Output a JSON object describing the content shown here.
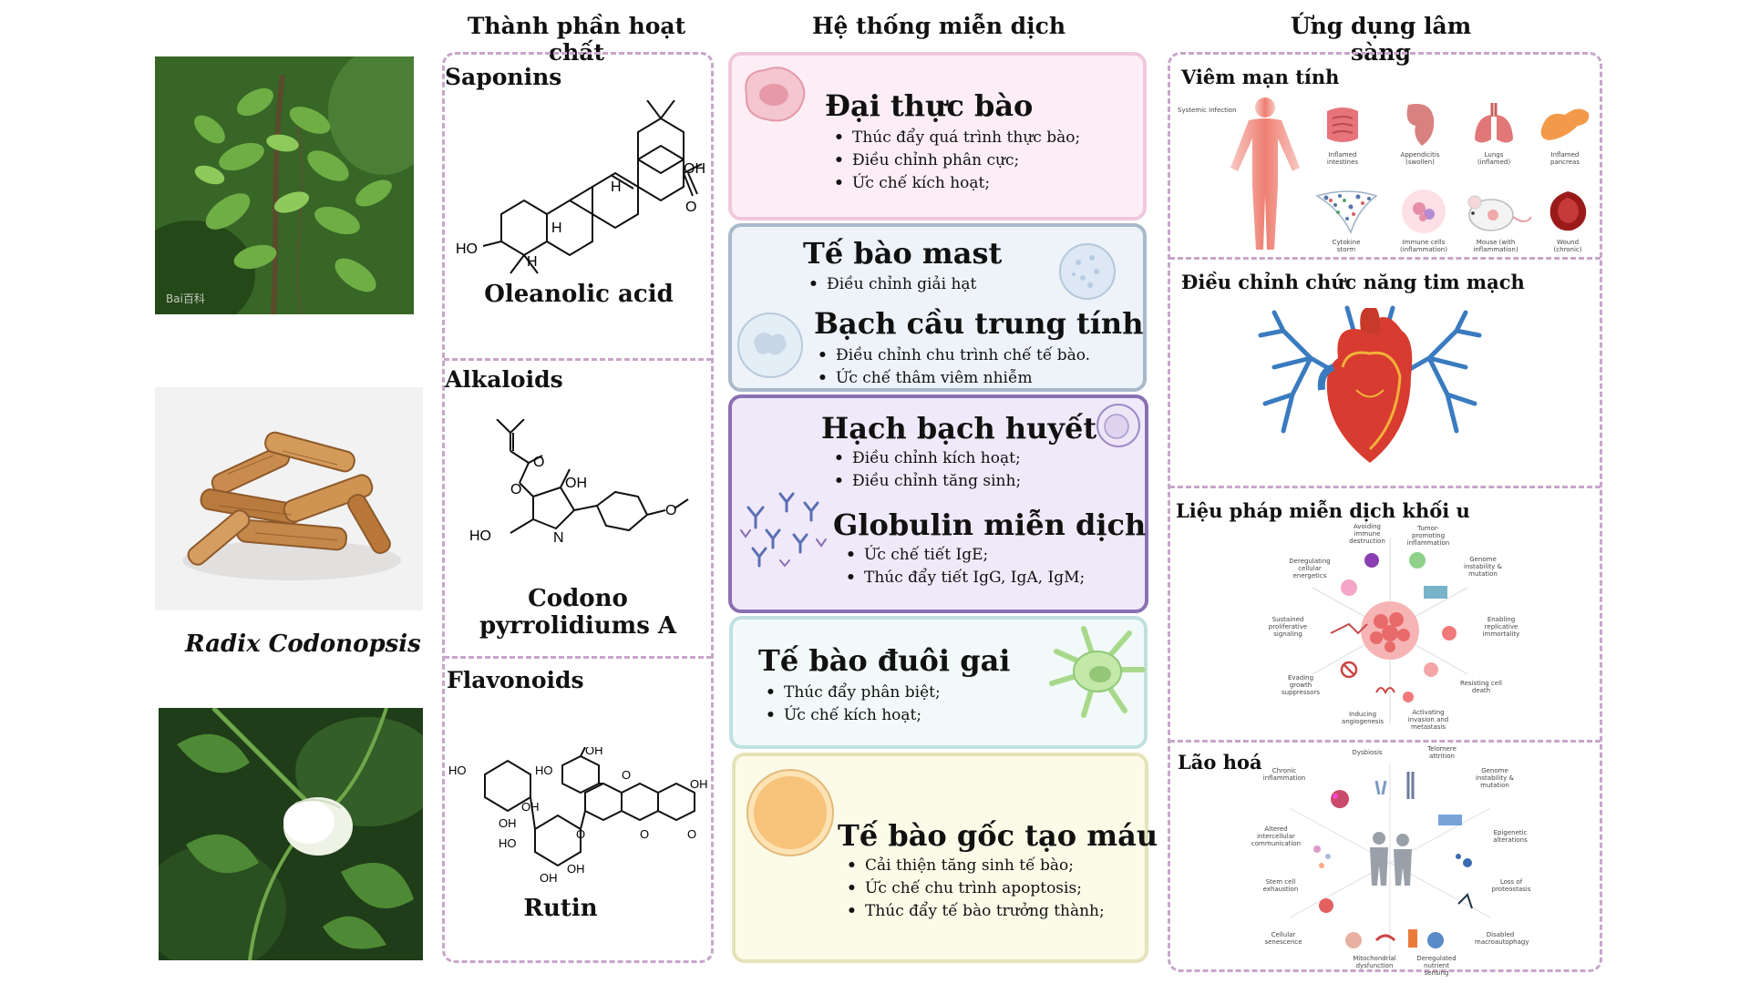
{
  "headers": {
    "components": "Thành phần hoạt chất",
    "immune": "Hệ thống miễn dịch",
    "clinical": "Ứng dụng lâm sàng"
  },
  "herb": {
    "name": "Radix Codonopsis",
    "watermark": "Bai百科"
  },
  "compounds": [
    {
      "class": "Saponins",
      "name": "Oleanolic acid",
      "labels": [
        "HO",
        "H",
        "H",
        "H",
        "OH",
        "O"
      ]
    },
    {
      "class": "Alkaloids",
      "name": "Codono pyrrolidiums A",
      "labels": [
        "O",
        "O",
        "OH",
        "HO",
        "N",
        "O"
      ]
    },
    {
      "class": "Flavonoids",
      "name": "Rutin",
      "labels": [
        "HO",
        "HO",
        "OH",
        "OH",
        "OH",
        "HO",
        "OH",
        "OH",
        "OH",
        "O",
        "O",
        "O",
        "O"
      ]
    }
  ],
  "immune": [
    {
      "title": "Đại thực bào",
      "items": [
        "Thúc đẩy quá trình thực bào;",
        "Điều chỉnh phân cực;",
        "Ức chế kích hoạt;"
      ]
    },
    {
      "title": "Tế bào mast",
      "items": [
        "Điều chỉnh giải hạt"
      ]
    },
    {
      "title": "Bạch cầu trung tính",
      "items": [
        "Điều chỉnh chu trình chế tế bào.",
        "Ức chế thâm viêm nhiễm"
      ]
    },
    {
      "title": "Hạch bạch huyết",
      "items": [
        "Điều chỉnh kích hoạt;",
        "Điều chỉnh tăng sinh;"
      ]
    },
    {
      "title": "Globulin miễn dịch",
      "items": [
        "Ức chế tiết IgE;",
        "Thúc đẩy tiết IgG, IgA, IgM;"
      ]
    },
    {
      "title": "Tế bào đuôi gai",
      "items": [
        "Thúc đẩy phân biệt;",
        "Ức chế kích hoạt;"
      ]
    },
    {
      "title": "Tế bào gốc tạo máu",
      "items": [
        "Cải thiện tăng sinh tế bào;",
        "Ức chế chu trình apoptosis;",
        "Thúc đẩy tế bào trưởng thành;"
      ]
    }
  ],
  "colors": {
    "border_dashed": "#c7a6c9",
    "macrophage_bg": "#fdeef6",
    "macrophage_border": "#f1c7dd",
    "mast_bg": "#eef3f9",
    "mast_border": "#a9b9cc",
    "lymph_bg": "#efe9f9",
    "lymph_border": "#8a6fb3",
    "dendritic_bg": "#f1f9f9",
    "dendritic_border": "#bfe0df",
    "stem_bg": "#fbfbe8",
    "stem_border": "#e5e3b8"
  },
  "clinical": {
    "sections": [
      {
        "title": "Viêm mạn tính"
      },
      {
        "title": "Điều chỉnh chức năng tim mạch"
      },
      {
        "title": "Liệu pháp miễn dịch khối u"
      },
      {
        "title": "Lão hoá"
      }
    ],
    "inflammation_labels": {
      "systemic": "Systemic infection",
      "intestines": "Inflamed intestines",
      "appendicitis": "Appendicitis (swollen)",
      "lungs": "Lungs (inflamed)",
      "pancreas": "Inflamed pancreas",
      "cytokine": "Cytokine storm",
      "immune_cells": "Immune cells (inflammation)",
      "mouse": "Mouse (with inflammation)",
      "wound": "Wound (chronic)"
    },
    "tumor_labels": {
      "avoid": "Avoiding immune destruction",
      "promote": "Tumor-promoting inflammation",
      "genome": "Genome instability & mutation",
      "dereg": "Deregulating cellular energetics",
      "immortal": "Enabling replicative immortality",
      "prolif": "Sustained proliferative signaling",
      "growth": "Evading growth suppressors",
      "death": "Resisting cell death",
      "angio": "Inducing angiogenesis",
      "invasion": "Activating invasion and metastasis"
    },
    "aging_labels": {
      "dysbiosis": "Dysbiosis",
      "telomere": "Telomere attrition",
      "chronic": "Chronic inflammation",
      "genome": "Genome instability & mutation",
      "altered": "Altered intercellular communication",
      "epigenetic": "Epigenetic alterations",
      "stem": "Stem cell exhaustion",
      "proteostasis": "Loss of proteostasis",
      "senescence": "Cellular senescence",
      "macro": "Disabled macroautophagy",
      "mito": "Mitochondrial dysfunction",
      "nutrient": "Deregulated nutrient sensing"
    }
  }
}
